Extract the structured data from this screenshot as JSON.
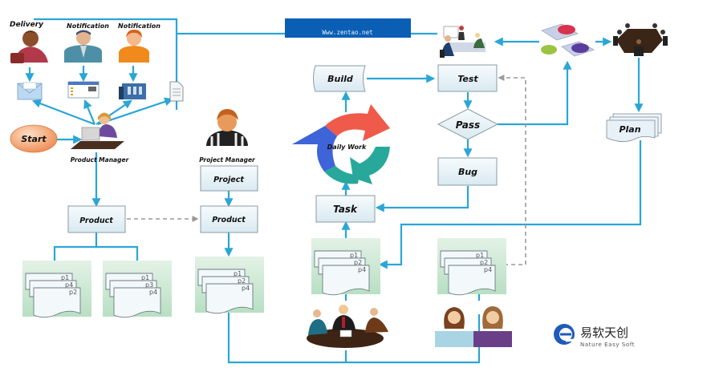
{
  "banner": {
    "text": "Www.zentao.net",
    "color": "#0a5fb5"
  },
  "roles": {
    "delivery": "Delivery",
    "notification_1": "Notification",
    "notification_2": "Notification",
    "product_manager": "Product Manager",
    "project_manager": "Project Manager"
  },
  "nodes": {
    "start": "Start",
    "product_left": "Product",
    "project": "Project",
    "product_right": "Product",
    "build": "Build",
    "daily_work": "Daily Work",
    "task": "Task",
    "test": "Test",
    "pass": "Pass",
    "bug": "Bug",
    "plan": "Plan"
  },
  "doc_stacks": [
    {
      "pages": [
        "p1",
        "p4",
        "p2"
      ]
    },
    {
      "pages": [
        "p1",
        "p3",
        "p4"
      ]
    },
    {
      "pages": [
        "p1",
        "p2",
        "p4"
      ]
    },
    {
      "pages": [
        "p1",
        "p2",
        "p4"
      ]
    },
    {
      "pages": [
        "p1",
        "p2",
        "p4"
      ]
    }
  ],
  "logo": {
    "chinese": "易软天创",
    "english": "Nature Easy Soft"
  },
  "colors": {
    "line": "#2aa6d5",
    "start": "#f0905a",
    "cycle_red": "#ef5a4a",
    "cycle_teal": "#27a89a",
    "cycle_blue": "#3f63d8"
  }
}
